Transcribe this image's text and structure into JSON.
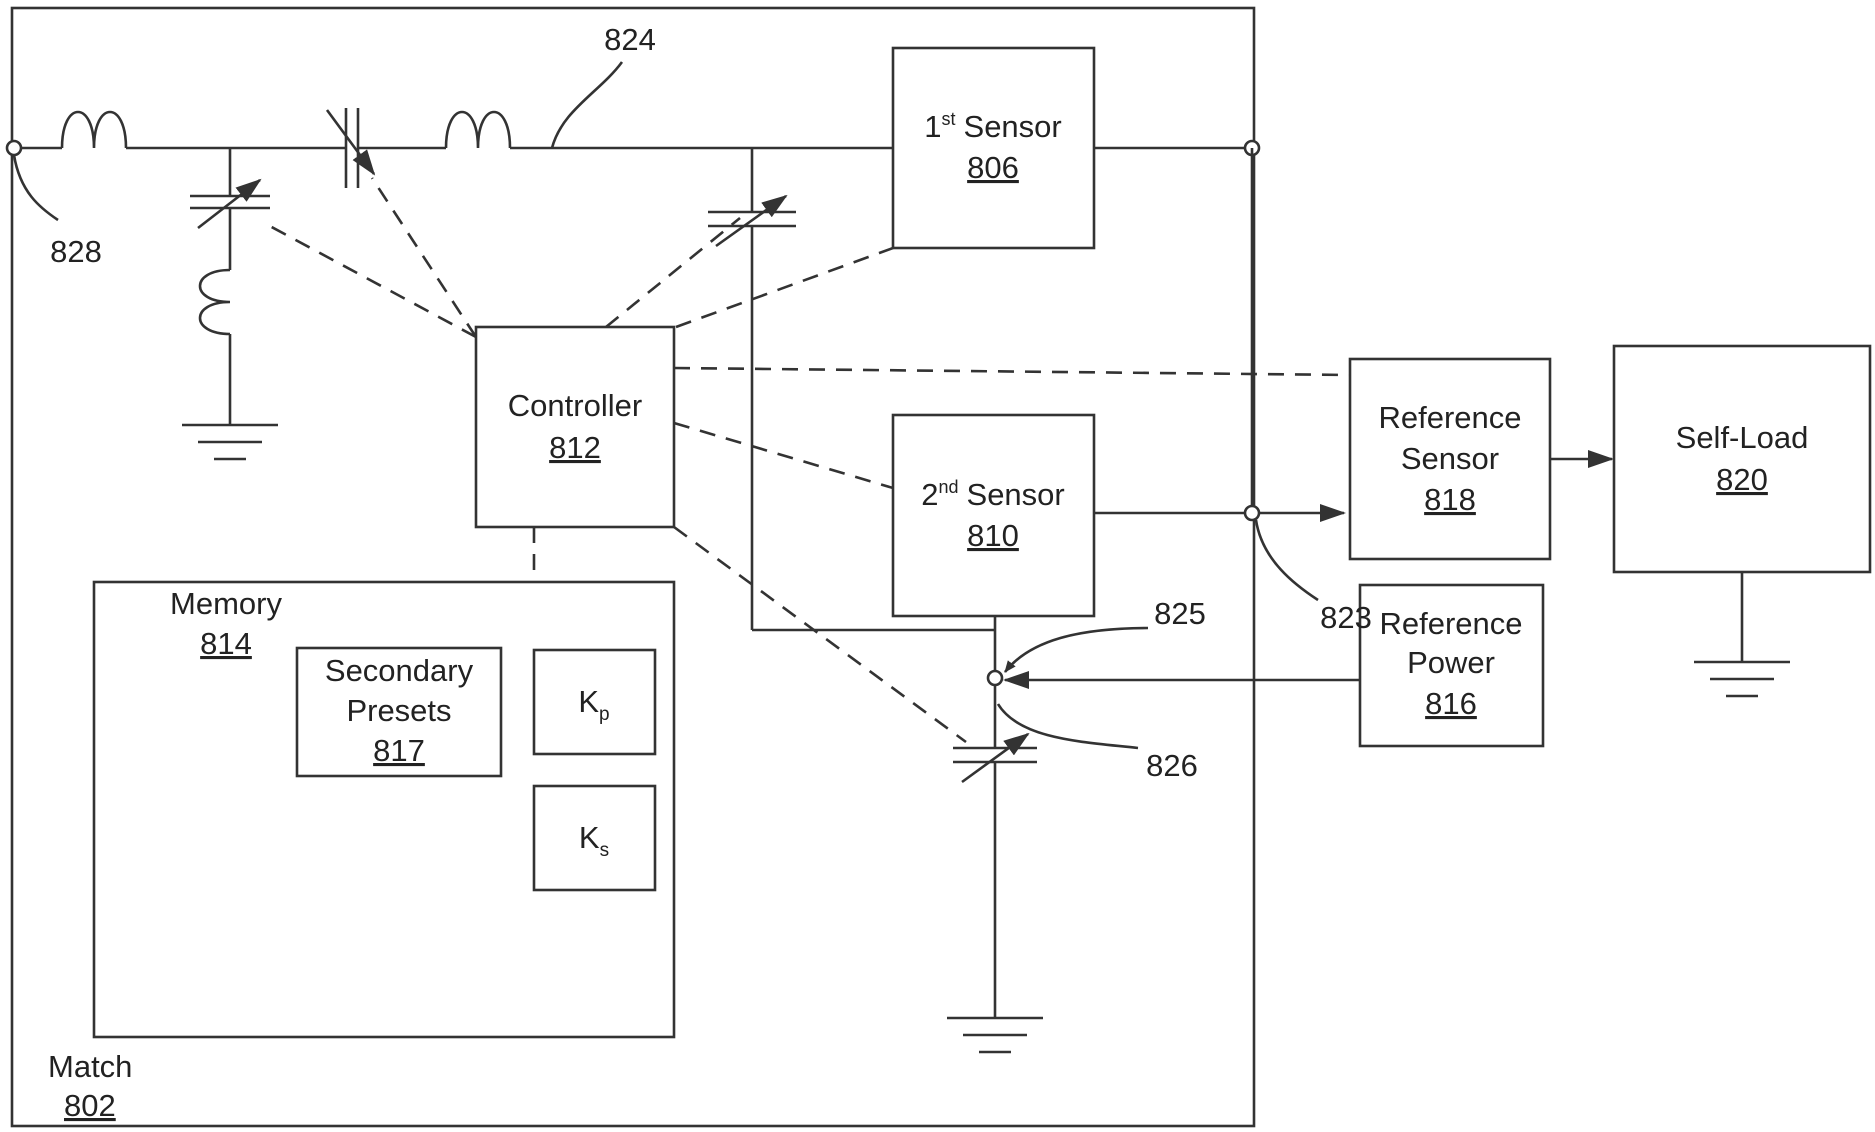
{
  "match": {
    "label": "Match",
    "num": "802"
  },
  "memory": {
    "label": "Memory",
    "num": "814"
  },
  "secondary_presets": {
    "line1": "Secondary",
    "line2": "Presets",
    "num": "817"
  },
  "kp": {
    "base": "K",
    "sub": "p"
  },
  "ks": {
    "base": "K",
    "sub": "s"
  },
  "controller": {
    "label": "Controller",
    "num": "812"
  },
  "sensor1": {
    "ord": "1",
    "sup": "st",
    "label": "Sensor",
    "num": "806"
  },
  "sensor2": {
    "ord": "2",
    "sup": "nd",
    "label": "Sensor",
    "num": "810"
  },
  "reference_sensor": {
    "line1": "Reference",
    "line2": "Sensor",
    "num": "818"
  },
  "self_load": {
    "label": "Self-Load",
    "num": "820"
  },
  "reference_power": {
    "line1": "Reference",
    "line2": "Power",
    "num": "816"
  },
  "callouts": {
    "c824": "824",
    "c828": "828",
    "c823": "823",
    "c825": "825",
    "c826": "826"
  }
}
